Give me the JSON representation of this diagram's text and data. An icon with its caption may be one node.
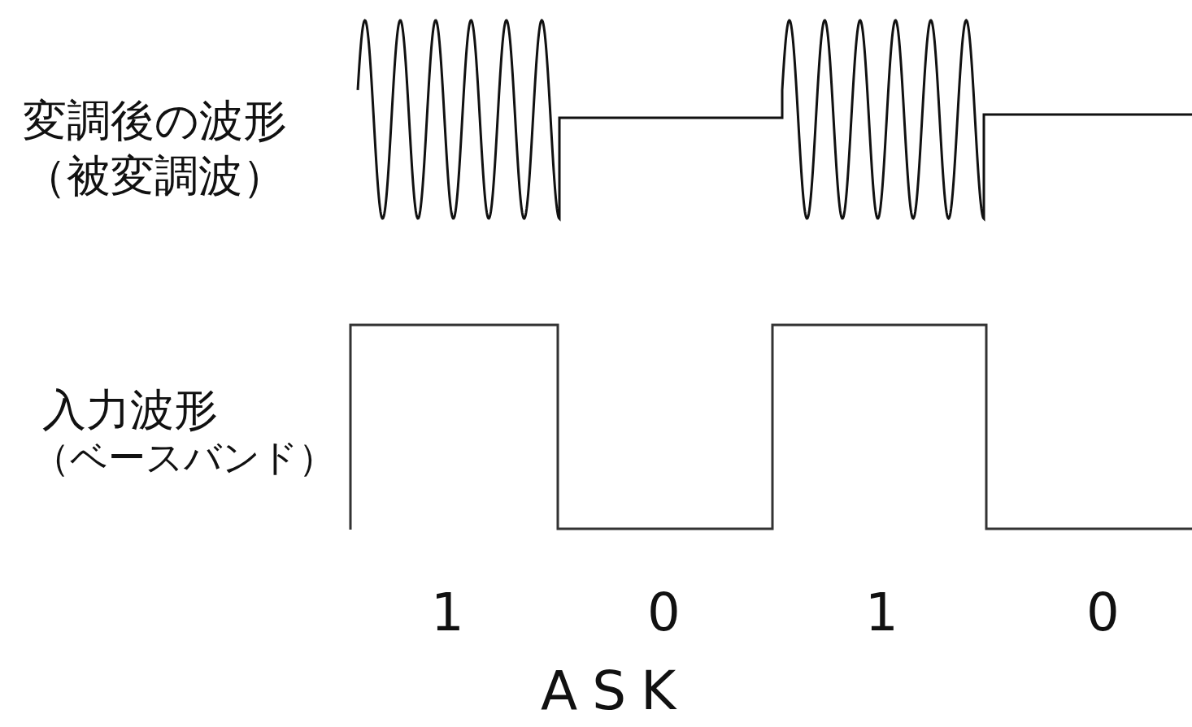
{
  "diagram": {
    "caption": "ASK",
    "labels": [
      "変調後の波形",
      "（被変調波）",
      "入力波形",
      "（ベースバンド）",
      "1",
      "0",
      "1",
      "0"
    ]
  }
}
